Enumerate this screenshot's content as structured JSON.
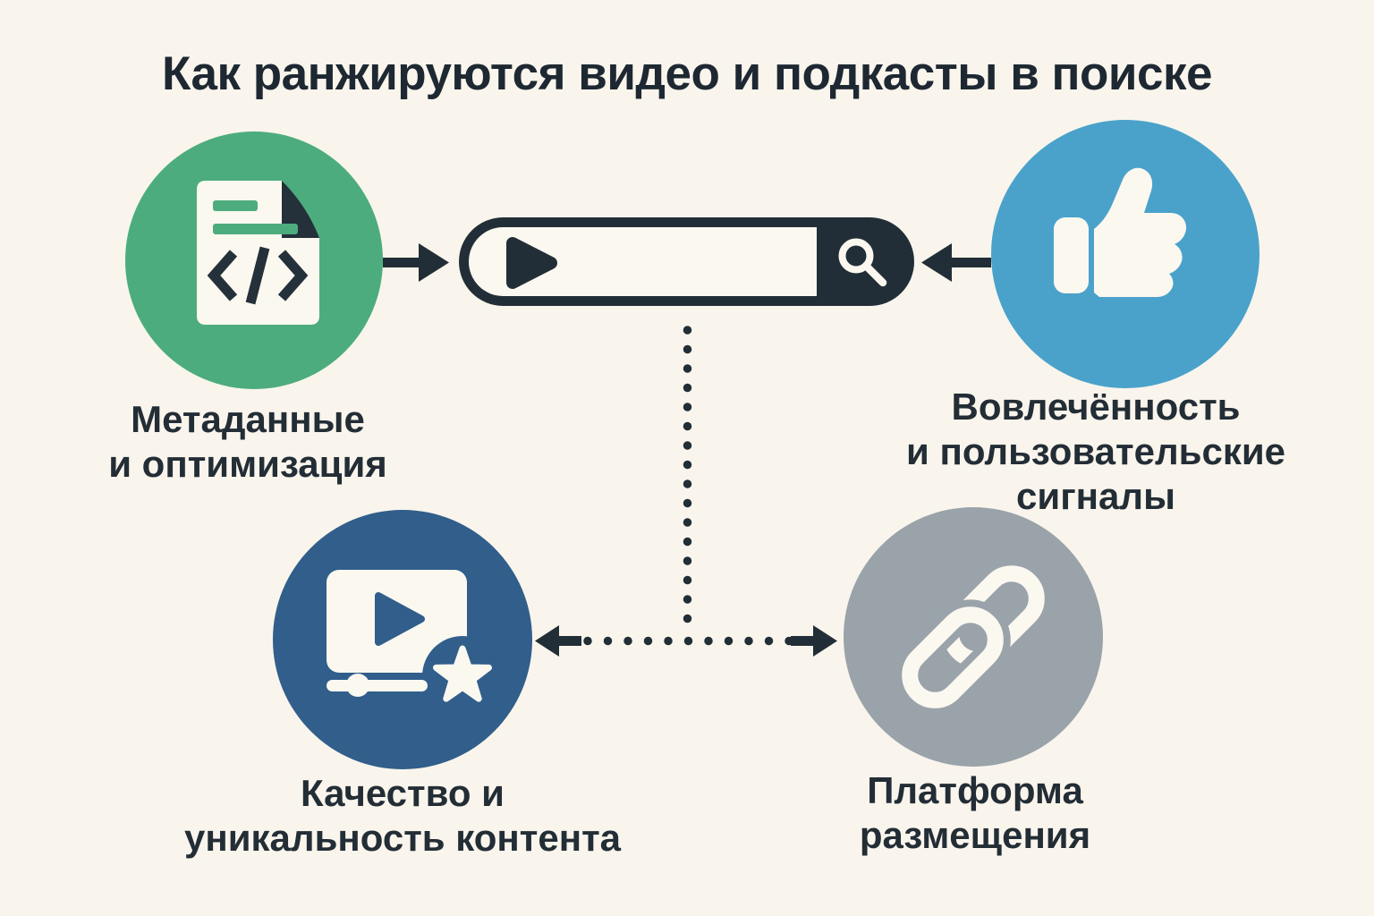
{
  "title": "Как ранжируются видео и подкасты в поиске",
  "colors": {
    "background": "#f9f5ec",
    "ink": "#222e37",
    "card_white": "#fbf8f0",
    "accent_green": "#4dac7e",
    "accent_blue": "#4aa2cb",
    "accent_navy": "#315e8b",
    "accent_gray": "#9aa3aa"
  },
  "search_bar": {
    "description": "search-pill",
    "icons": [
      "play-icon",
      "search-icon"
    ]
  },
  "factors": [
    {
      "id": "metadata",
      "label_lines": [
        "Метаданные",
        "и оптимизация"
      ],
      "icon": "code-document-icon",
      "color": "#4dac7e"
    },
    {
      "id": "engagement",
      "label_lines": [
        "Вовлечённость",
        "и пользовательские",
        "сигналы"
      ],
      "icon": "thumbs-up-icon",
      "color": "#4aa2cb"
    },
    {
      "id": "quality",
      "label_lines": [
        "Качество и",
        "уникальность контента"
      ],
      "icon": "video-player-star-icon",
      "color": "#315e8b"
    },
    {
      "id": "platform",
      "label_lines": [
        "Платформа",
        "размещения"
      ],
      "icon": "link-icon",
      "color": "#9aa3aa"
    }
  ],
  "connectors": [
    {
      "from": "metadata",
      "to": "search-bar",
      "style": "solid-arrow"
    },
    {
      "from": "engagement",
      "to": "search-bar",
      "style": "solid-arrow"
    },
    {
      "from": "search-bar",
      "to": "quality",
      "style": "dotted-arrow"
    },
    {
      "from": "search-bar",
      "to": "platform",
      "style": "dotted-arrow"
    }
  ]
}
